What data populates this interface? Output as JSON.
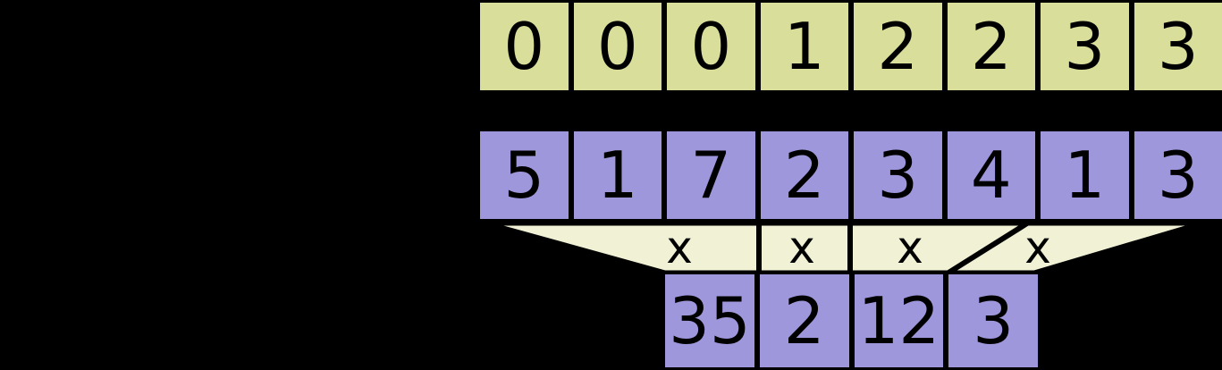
{
  "colors": {
    "background": "#000000",
    "line": "#000000",
    "text": "#000000",
    "key_fill": "#d9de9a",
    "value_fill": "#9f97dc",
    "funnel_fill": "#f0f1d5"
  },
  "rows": {
    "keys": {
      "cells": [
        "0",
        "0",
        "0",
        "1",
        "2",
        "2",
        "3",
        "3"
      ]
    },
    "values": {
      "cells": [
        "5",
        "1",
        "7",
        "2",
        "3",
        "4",
        "1",
        "3"
      ]
    },
    "results": {
      "cells": [
        "35",
        "2",
        "12",
        "3"
      ]
    }
  },
  "funnel": {
    "operator_labels": [
      "x",
      "x",
      "x",
      "x"
    ]
  }
}
